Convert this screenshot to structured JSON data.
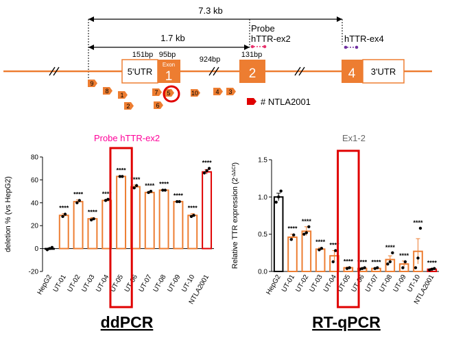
{
  "diagram": {
    "span_total": "7.3 kb",
    "span_partial": "1.7 kb",
    "probe_label": "Probe",
    "probe_name": "hTTR-ex2",
    "probe_ex4": "hTTR-ex4",
    "exon1_size": "151bp",
    "exon1_inner": "95bp",
    "intron_size": "924bp",
    "exon2_size": "131bp",
    "utr5": "5'UTR",
    "utr3": "3'UTR",
    "exon_word": "Exon",
    "exon1_num": "1",
    "exon2_num": "2",
    "exon4_num": "4",
    "guide_legend": "# NTLA2001",
    "guides": [
      "9",
      "8",
      "1",
      "2",
      "7",
      "5",
      "6",
      "10",
      "4",
      "3"
    ],
    "colors": {
      "orange": "#ED7D31",
      "red": "#E00000",
      "probe_pink": "#E8336D",
      "probe_purple": "#7030A0"
    }
  },
  "chart_data": [
    {
      "type": "bar",
      "title": "Probe hTTR-ex2",
      "title_color": "#FF0099",
      "xlabel": "",
      "ylabel": "deletion % (vs HepG2)",
      "ylim": [
        -20,
        80
      ],
      "yticks": [
        "-20",
        "0",
        "20",
        "40",
        "60",
        "80"
      ],
      "categories": [
        "HepG2",
        "UT-01",
        "UT-02",
        "UT-03",
        "UT-04",
        "UT-05",
        "UT-06",
        "UT-07",
        "UT-08",
        "UT-09",
        "UT-10",
        "NTLA2001"
      ],
      "values": [
        0,
        29,
        41,
        26,
        42,
        63,
        54,
        49,
        51,
        41,
        29,
        67
      ],
      "errors": [
        0.5,
        1.5,
        1.5,
        1.0,
        1.0,
        0.5,
        1.5,
        1.0,
        0.5,
        0.5,
        1.5,
        2.0
      ],
      "points": [
        [
          -1,
          0,
          1
        ],
        [
          28,
          30
        ],
        [
          40,
          42
        ],
        [
          25,
          26
        ],
        [
          42,
          43
        ],
        [
          63,
          63
        ],
        [
          53,
          55
        ],
        [
          49,
          50
        ],
        [
          51,
          51
        ],
        [
          41,
          41
        ],
        [
          28,
          29
        ],
        [
          66,
          68,
          70
        ]
      ],
      "significance": [
        "",
        "****",
        "****",
        "****",
        "****",
        "****",
        "****",
        "****",
        "****",
        "****",
        "****",
        "****"
      ],
      "highlight": "UT-05",
      "caption": "ddPCR"
    },
    {
      "type": "bar",
      "title": "Ex1-2",
      "title_color": "#666666",
      "xlabel": "",
      "ylabel": "Relative TTR expression (2",
      "ylabel_sup": "-ΔΔCt",
      "ylabel_end": ")",
      "ylim": [
        0,
        1.5
      ],
      "yticks": [
        "0.0",
        "0.5",
        "1.0",
        "1.5"
      ],
      "categories": [
        "HepG2",
        "UT-01",
        "UT-02",
        "UT-03",
        "UT-04",
        "UT-05",
        "UT-06",
        "UT-07",
        "UT-08",
        "UT-09",
        "UT-10",
        "NTLA2001"
      ],
      "values": [
        1.0,
        0.46,
        0.54,
        0.3,
        0.21,
        0.05,
        0.04,
        0.04,
        0.16,
        0.1,
        0.27,
        0.03
      ],
      "errors": [
        0.05,
        0.04,
        0.06,
        0.02,
        0.07,
        0.01,
        0.01,
        0.01,
        0.05,
        0.04,
        0.17,
        0.01
      ],
      "points": [
        [
          0.93,
          1.0,
          1.08
        ],
        [
          0.43,
          0.49
        ],
        [
          0.5,
          0.52,
          0.6
        ],
        [
          0.29,
          0.31
        ],
        [
          0.13,
          0.28
        ],
        [
          0.04,
          0.05
        ],
        [
          0.03,
          0.04,
          0.05
        ],
        [
          0.04,
          0.05
        ],
        [
          0.1,
          0.13,
          0.25
        ],
        [
          0.05,
          0.13
        ],
        [
          0.05,
          0.18,
          0.58
        ],
        [
          0.02,
          0.03,
          0.04
        ]
      ],
      "significance": [
        "",
        "****",
        "****",
        "****",
        "****",
        "****",
        "****",
        "****",
        "****",
        "****",
        "****",
        "****"
      ],
      "highlight": "UT-05",
      "caption": "RT-qPCR"
    }
  ]
}
